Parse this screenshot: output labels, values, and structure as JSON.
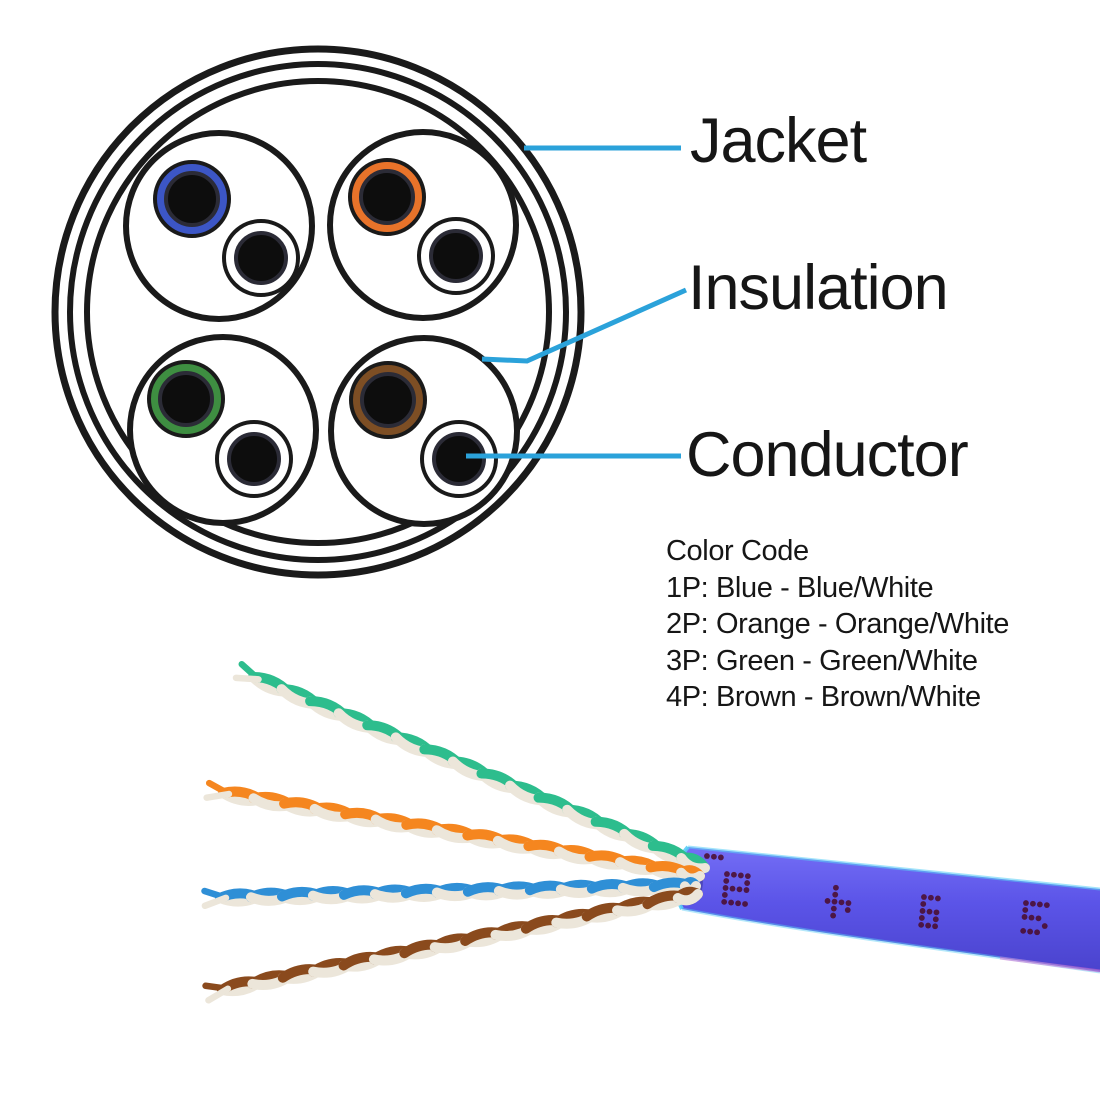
{
  "diagram": {
    "labels": {
      "jacket": "Jacket",
      "insulation": "Insulation",
      "conductor": "Conductor"
    },
    "color_code": {
      "title": "Color Code",
      "entries": [
        "1P: Blue - Blue/White",
        "2P: Orange - Orange/White",
        "3P: Green - Green/White",
        "4P: Brown - Brown/White"
      ]
    },
    "colors": {
      "outline": "#1a1a1a",
      "leader": "#2ba2da",
      "conductor": "#0d0d0d",
      "conductor_rim": "#2b2b36",
      "insulation_white": "#ffffff",
      "pair_blue": "#3c56c6",
      "pair_orange": "#e8732a",
      "pair_green": "#3e8e41",
      "pair_brown": "#7d4e24"
    }
  },
  "cable_photo": {
    "jacket_color": "#5b54e8",
    "jacket_highlight": "#58cdf5",
    "jacket_fringe": "#e06ad0",
    "print_color": "#4a0c28",
    "white_strand": "#ece6da",
    "pairs": [
      {
        "name": "green-white",
        "color": "#2dbd8d"
      },
      {
        "name": "orange-white",
        "color": "#f5861f"
      },
      {
        "name": "blue-white",
        "color": "#2f8fd6"
      },
      {
        "name": "brown-white",
        "color": "#8a4a1d"
      }
    ]
  }
}
